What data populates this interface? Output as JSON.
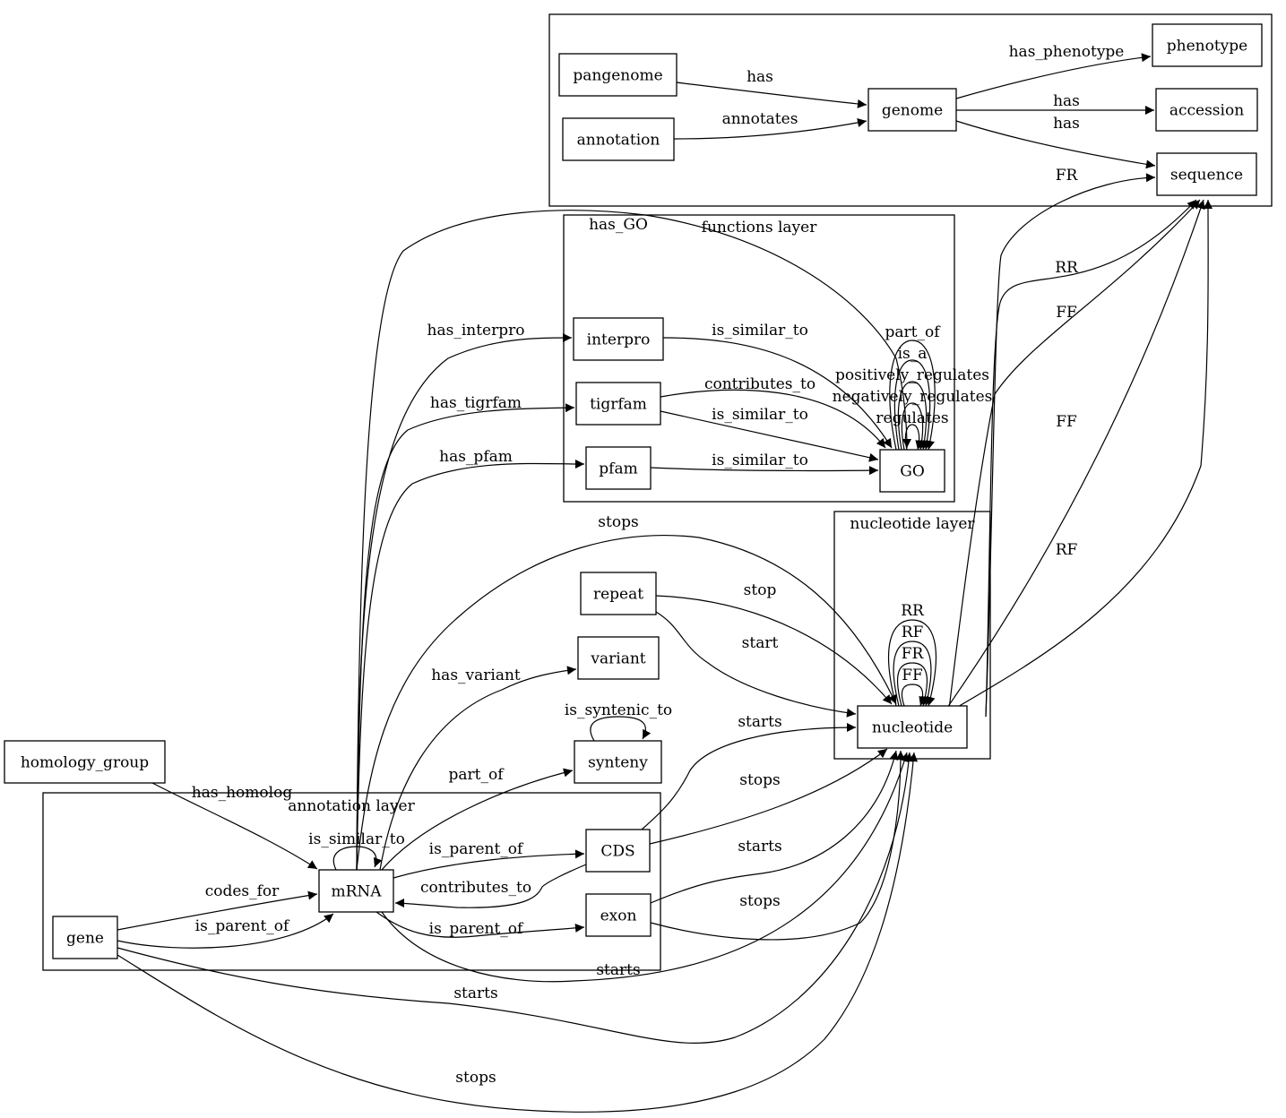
{
  "clusters": [
    {
      "id": "genome_layer",
      "label": ""
    },
    {
      "id": "functions",
      "label": "functions layer"
    },
    {
      "id": "nucleotide",
      "label": "nucleotide layer"
    },
    {
      "id": "annotation",
      "label": "annotation layer"
    }
  ],
  "nodes": [
    {
      "id": "pangenome",
      "label": "pangenome"
    },
    {
      "id": "annotation",
      "label": "annotation"
    },
    {
      "id": "genome",
      "label": "genome"
    },
    {
      "id": "phenotype",
      "label": "phenotype"
    },
    {
      "id": "accession",
      "label": "accession"
    },
    {
      "id": "sequence",
      "label": "sequence"
    },
    {
      "id": "interpro",
      "label": "interpro"
    },
    {
      "id": "tigrfam",
      "label": "tigrfam"
    },
    {
      "id": "pfam",
      "label": "pfam"
    },
    {
      "id": "GO",
      "label": "GO"
    },
    {
      "id": "repeat",
      "label": "repeat"
    },
    {
      "id": "variant",
      "label": "variant"
    },
    {
      "id": "synteny",
      "label": "synteny"
    },
    {
      "id": "nucleotide",
      "label": "nucleotide"
    },
    {
      "id": "homology_group",
      "label": "homology_group"
    },
    {
      "id": "mRNA",
      "label": "mRNA"
    },
    {
      "id": "CDS",
      "label": "CDS"
    },
    {
      "id": "exon",
      "label": "exon"
    },
    {
      "id": "gene",
      "label": "gene"
    }
  ],
  "edges": [
    {
      "from": "pangenome",
      "to": "genome",
      "label": "has"
    },
    {
      "from": "annotation",
      "to": "genome",
      "label": "annotates"
    },
    {
      "from": "genome",
      "to": "phenotype",
      "label": "has_phenotype"
    },
    {
      "from": "genome",
      "to": "accession",
      "label": "has"
    },
    {
      "from": "genome",
      "to": "sequence",
      "label": "has"
    },
    {
      "from": "nucleotide",
      "to": "sequence",
      "label": "FR"
    },
    {
      "from": "nucleotide",
      "to": "sequence",
      "label": "RR"
    },
    {
      "from": "nucleotide",
      "to": "sequence",
      "label": "FF"
    },
    {
      "from": "nucleotide",
      "to": "sequence",
      "label": "FF"
    },
    {
      "from": "nucleotide",
      "to": "sequence",
      "label": "RF"
    },
    {
      "from": "mRNA",
      "to": "GO",
      "label": "has_GO"
    },
    {
      "from": "mRNA",
      "to": "interpro",
      "label": "has_interpro"
    },
    {
      "from": "mRNA",
      "to": "tigrfam",
      "label": "has_tigrfam"
    },
    {
      "from": "mRNA",
      "to": "pfam",
      "label": "has_pfam"
    },
    {
      "from": "interpro",
      "to": "GO",
      "label": "is_similar_to"
    },
    {
      "from": "tigrfam",
      "to": "GO",
      "label": "contributes_to"
    },
    {
      "from": "tigrfam",
      "to": "GO",
      "label": "is_similar_to"
    },
    {
      "from": "pfam",
      "to": "GO",
      "label": "is_similar_to"
    },
    {
      "from": "GO",
      "to": "GO",
      "label": "part_of"
    },
    {
      "from": "GO",
      "to": "GO",
      "label": "is_a"
    },
    {
      "from": "GO",
      "to": "GO",
      "label": "positively_regulates"
    },
    {
      "from": "GO",
      "to": "GO",
      "label": "negatively_regulates"
    },
    {
      "from": "GO",
      "to": "GO",
      "label": "regulates"
    },
    {
      "from": "mRNA",
      "to": "nucleotide",
      "label": "stops"
    },
    {
      "from": "repeat",
      "to": "nucleotide",
      "label": "stop"
    },
    {
      "from": "repeat",
      "to": "nucleotide",
      "label": "start"
    },
    {
      "from": "mRNA",
      "to": "variant",
      "label": "has_variant"
    },
    {
      "from": "synteny",
      "to": "synteny",
      "label": "is_syntenic_to"
    },
    {
      "from": "mRNA",
      "to": "synteny",
      "label": "part_of"
    },
    {
      "from": "nucleotide",
      "to": "nucleotide",
      "label": "RR"
    },
    {
      "from": "nucleotide",
      "to": "nucleotide",
      "label": "RF"
    },
    {
      "from": "nucleotide",
      "to": "nucleotide",
      "label": "FR"
    },
    {
      "from": "nucleotide",
      "to": "nucleotide",
      "label": "FF"
    },
    {
      "from": "CDS",
      "to": "nucleotide",
      "label": "starts"
    },
    {
      "from": "CDS",
      "to": "nucleotide",
      "label": "stops"
    },
    {
      "from": "exon",
      "to": "nucleotide",
      "label": "starts"
    },
    {
      "from": "exon",
      "to": "nucleotide",
      "label": "stops"
    },
    {
      "from": "homology_group",
      "to": "mRNA",
      "label": "has_homolog"
    },
    {
      "from": "mRNA",
      "to": "mRNA",
      "label": "is_similar_to"
    },
    {
      "from": "mRNA",
      "to": "CDS",
      "label": "is_parent_of"
    },
    {
      "from": "CDS",
      "to": "mRNA",
      "label": "contributes_to"
    },
    {
      "from": "mRNA",
      "to": "exon",
      "label": "is_parent_of"
    },
    {
      "from": "gene",
      "to": "mRNA",
      "label": "codes_for"
    },
    {
      "from": "gene",
      "to": "mRNA",
      "label": "is_parent_of"
    },
    {
      "from": "mRNA",
      "to": "nucleotide",
      "label": "starts"
    },
    {
      "from": "gene",
      "to": "nucleotide",
      "label": "starts"
    },
    {
      "from": "gene",
      "to": "nucleotide",
      "label": "stops"
    }
  ]
}
